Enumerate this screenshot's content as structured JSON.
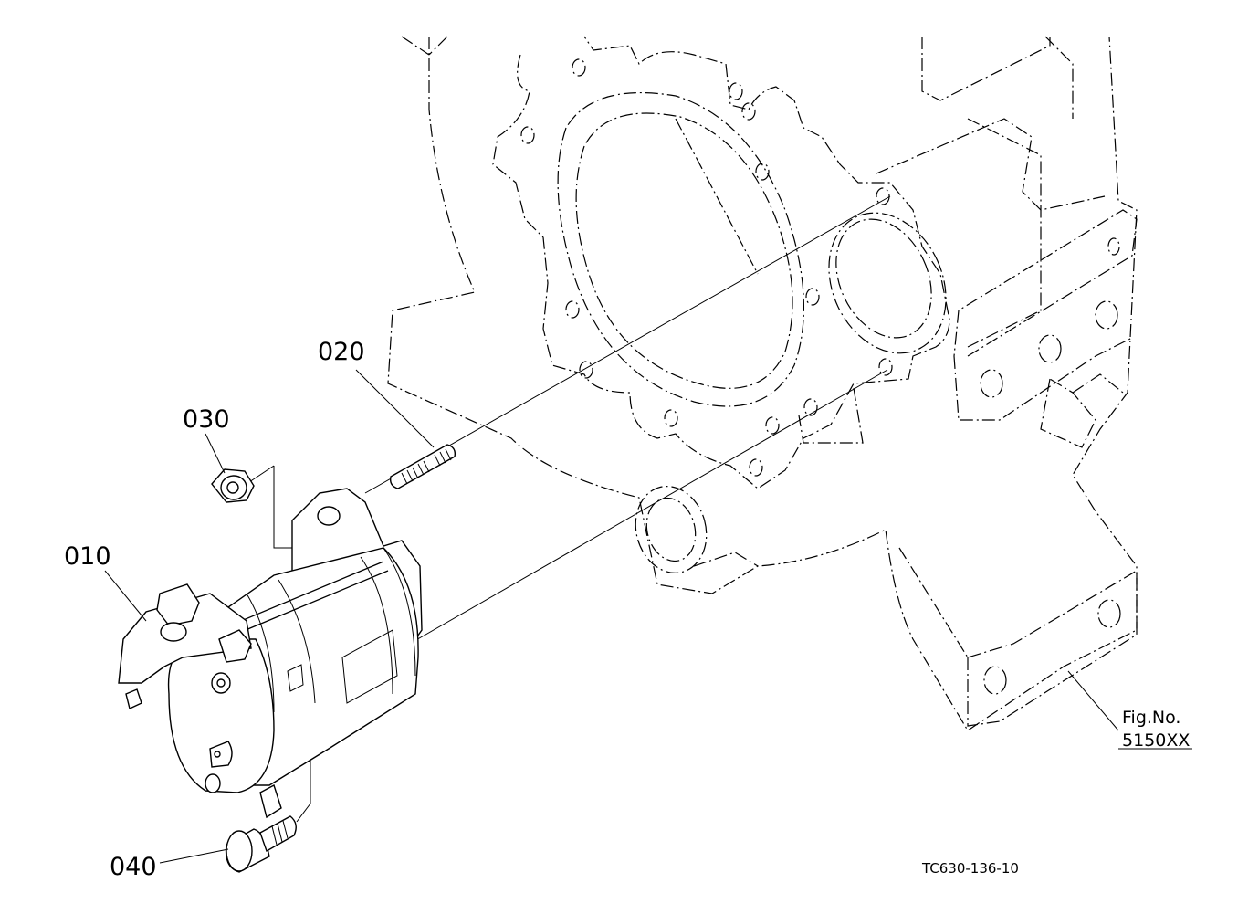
{
  "callouts": [
    {
      "id": "010",
      "label": "010"
    },
    {
      "id": "020",
      "label": "020"
    },
    {
      "id": "030",
      "label": "030"
    },
    {
      "id": "040",
      "label": "040"
    }
  ],
  "figure": {
    "title": "Fig.No.",
    "number": "5150XX"
  },
  "drawing_code": "TC630-136-10"
}
